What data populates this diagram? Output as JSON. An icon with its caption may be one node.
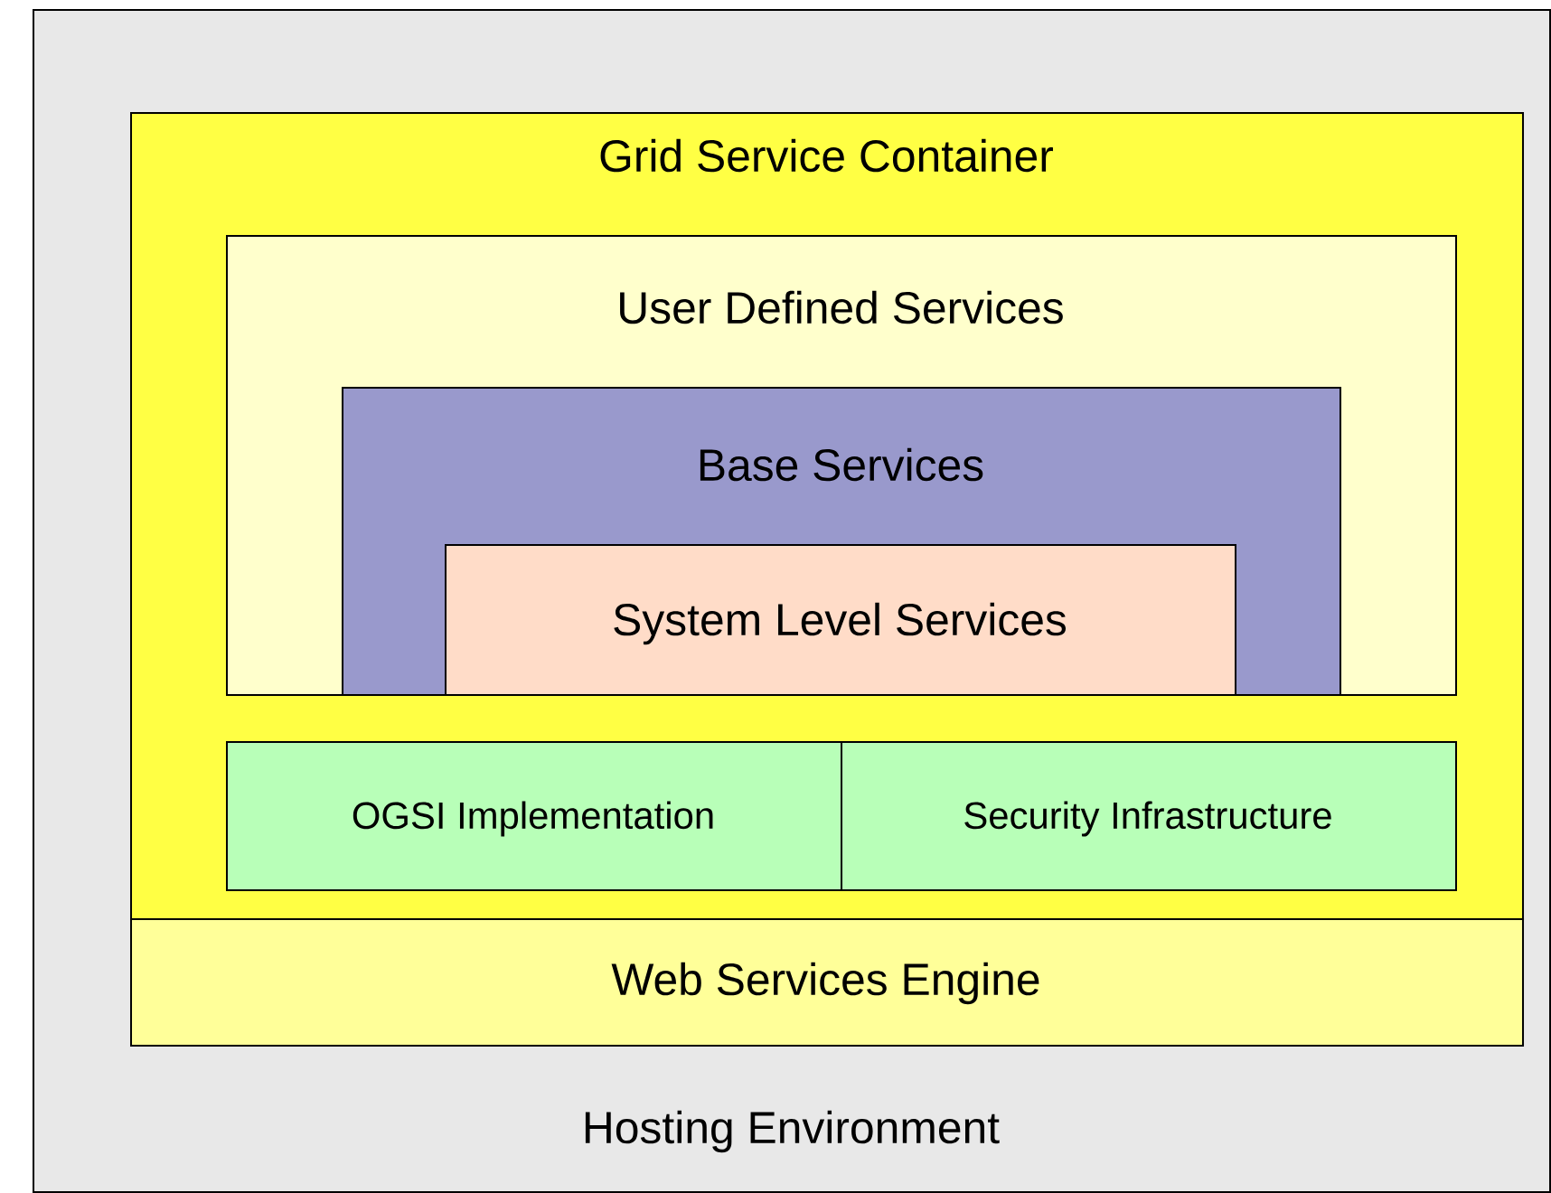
{
  "diagram": {
    "nodes": [
      {
        "text": [
          "Hosting Environment"
        ]
      },
      {
        "text": [
          "Grid Service Container"
        ],
        "in": 0
      },
      {
        "text": [
          "User Defined Services"
        ],
        "in": 1
      },
      {
        "text": [
          "Base Services"
        ],
        "in": 2
      },
      {
        "text": [
          "System Level Services"
        ],
        "in": 3
      },
      {
        "text": [
          "OGSI Implementation"
        ],
        "in": 1
      },
      {
        "text": [
          "Security Infrastructure"
        ],
        "in": 1
      },
      {
        "text": [
          "Web Services Engine"
        ],
        "in": 0
      }
    ]
  }
}
